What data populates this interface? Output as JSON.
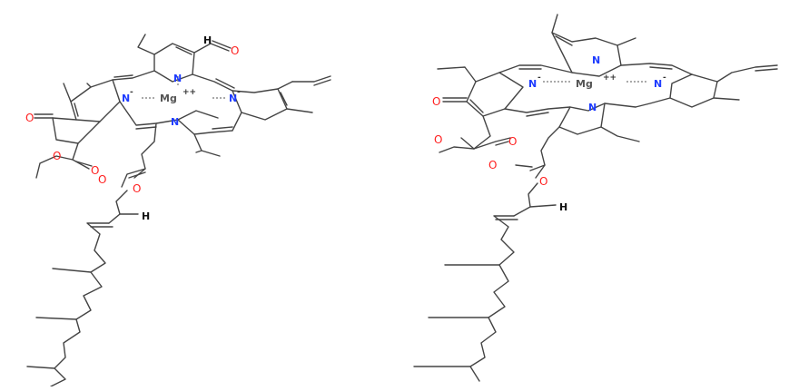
{
  "molecules": [
    {
      "id": "left",
      "labels": {
        "N_top": "N",
        "N_left": "N",
        "N_right": "N",
        "N_bottom": "N",
        "N_left_charge": "-",
        "N_right_charge": "-",
        "Mg": "Mg",
        "Mg_charge": "++",
        "O_ketone": "O",
        "O_ald": "O",
        "H_ald": "H",
        "O_ester1a": "O",
        "O_ester1b": "O",
        "O_ester2a": "O",
        "O_ester2b": "O",
        "H_chain": "H"
      }
    },
    {
      "id": "right",
      "labels": {
        "N_top": "N",
        "N_left": "N",
        "N_right": "N",
        "N_bottom": "N",
        "N_left_charge": "-",
        "N_right_charge": "-",
        "Mg": "Mg",
        "Mg_charge": "++",
        "O_ketone": "O",
        "O_ester1a": "O",
        "O_ester1b": "O",
        "O_ester2a": "O",
        "O_ester2b": "O",
        "H_chain": "H"
      }
    }
  ],
  "colors": {
    "bond": "#444444",
    "nitrogen": "#1e3cff",
    "oxygen": "#ff1f1f",
    "text": "#111111"
  }
}
